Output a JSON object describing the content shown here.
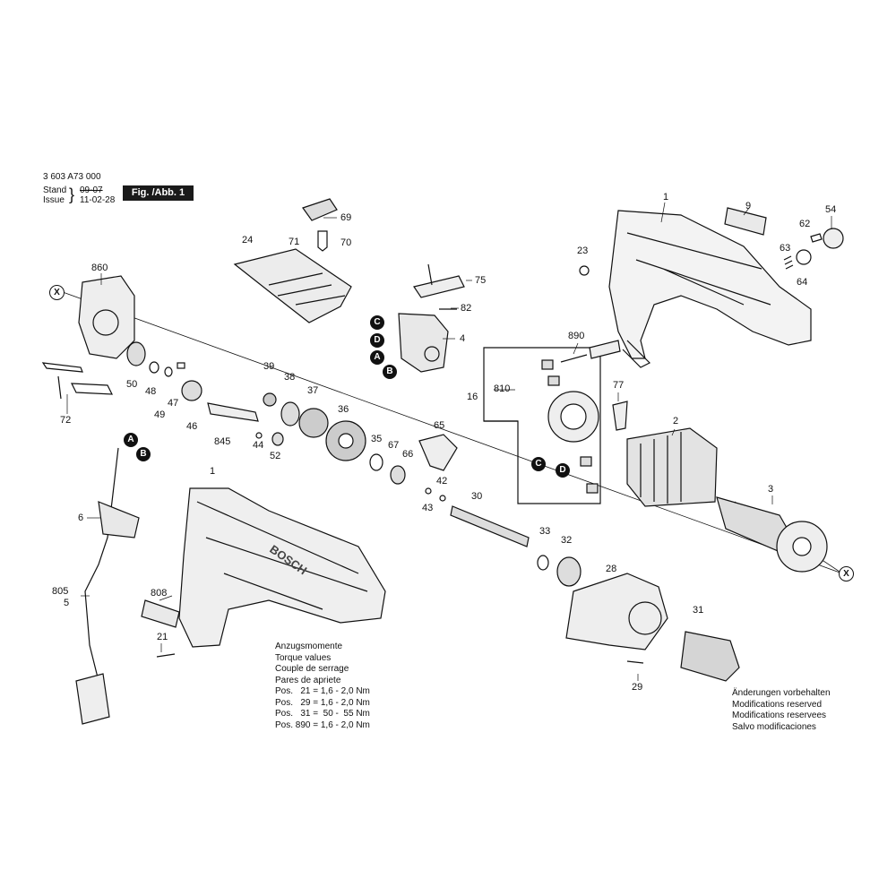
{
  "header": {
    "part_number": "3 603 A73 000",
    "stand_label": "Stand",
    "issue_label": "Issue",
    "stand_date": "09-07",
    "issue_date": "11-02-28",
    "figure_label": "Fig. /Abb. 1"
  },
  "callouts": {
    "c1_top": "1",
    "c9": "9",
    "c54": "54",
    "c62": "62",
    "c63": "63",
    "c64": "64",
    "c23": "23",
    "c69": "69",
    "c71": "71",
    "c70": "70",
    "c24": "24",
    "c75": "75",
    "c82": "82",
    "c4": "4",
    "c860": "860",
    "c50": "50",
    "c48": "48",
    "c47": "47",
    "c49": "49",
    "c46": "46",
    "c72": "72",
    "c39": "39",
    "c38": "38",
    "c37": "37",
    "c36": "36",
    "c845": "845",
    "c44": "44",
    "c52": "52",
    "c35": "35",
    "c65": "65",
    "c67": "67",
    "c66": "66",
    "c42": "42",
    "c43": "43",
    "c30": "30",
    "c33": "33",
    "c32": "32",
    "c28": "28",
    "c31": "31",
    "c29": "29",
    "c890": "890",
    "c16": "16",
    "c810": "810",
    "c77": "77",
    "c2": "2",
    "c3": "3",
    "c6": "6",
    "c805": "805",
    "c5": "5",
    "c1_bottom": "1",
    "c808": "808",
    "c21": "21"
  },
  "markers": {
    "a": "A",
    "b": "B",
    "c": "C",
    "d": "D",
    "x": "X"
  },
  "torque_table": {
    "lines": [
      "Anzugsmomente",
      "Torque values",
      "Couple de serrage",
      "Pares de apriete"
    ],
    "rows": [
      {
        "pos": "Pos.   21 = 1,6 - 2,0 Nm"
      },
      {
        "pos": "Pos.   29 = 1,6 - 2,0 Nm"
      },
      {
        "pos": "Pos.   31 =  50 -  55 Nm"
      },
      {
        "pos": "Pos. 890 = 1,6 - 2,0 Nm"
      }
    ]
  },
  "notice": {
    "lines": [
      "Änderungen vorbehalten",
      "Modifications reserved",
      "Modifications reservees",
      "Salvo modificaciones"
    ]
  },
  "brand_text": "BOSCH"
}
